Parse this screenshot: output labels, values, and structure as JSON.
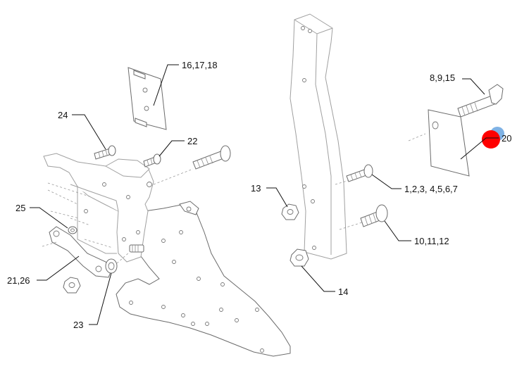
{
  "callouts": {
    "c_16_17_18": "16,17,18",
    "c_24": "24",
    "c_22": "22",
    "c_8_9_15": "8,9,15",
    "c_20": "20",
    "c_13": "13",
    "c_1_7": "1,2,3, 4,5,6,7",
    "c_25": "25",
    "c_10_11_12": "10,11,12",
    "c_21_26": "21,26",
    "c_14": "14",
    "c_23": "23"
  },
  "colors": {
    "highlight_marker": "#ff0000",
    "highlight_marker_shadow": "#7fb2e5"
  }
}
